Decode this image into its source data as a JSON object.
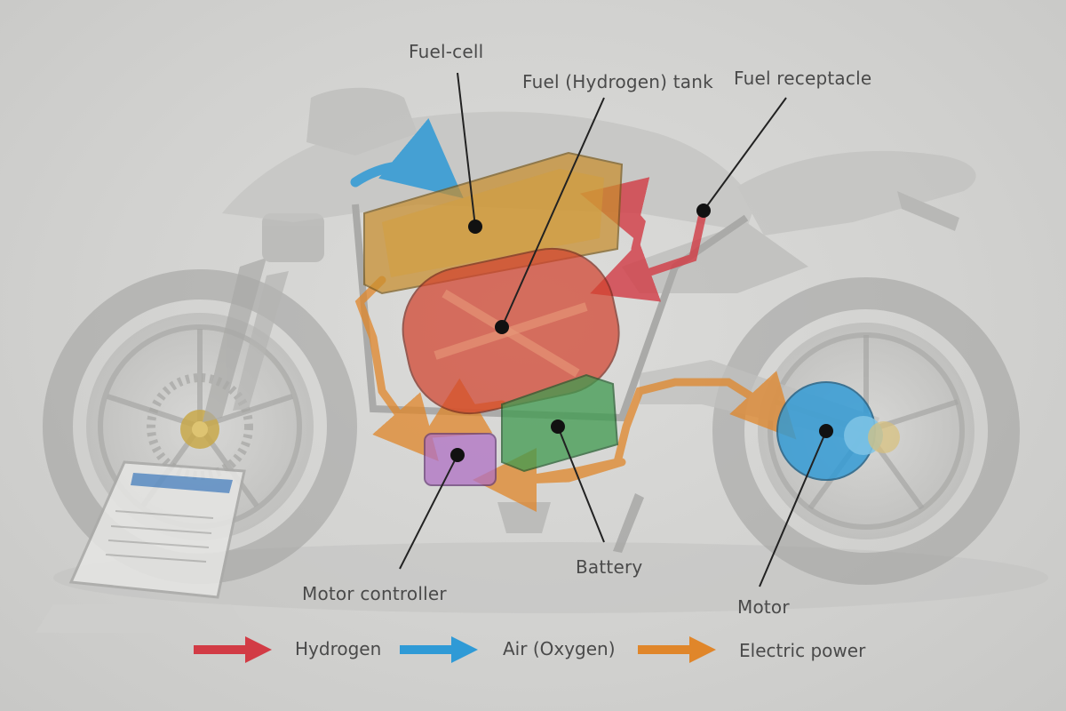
{
  "components": {
    "fuel_cell": "Fuel-cell",
    "hydrogen_tank": "Fuel (Hydrogen) tank",
    "fuel_receptacle": "Fuel receptacle",
    "motor_controller": "Motor controller",
    "battery": "Battery",
    "motor": "Motor"
  },
  "legend": {
    "hydrogen": "Hydrogen",
    "air": "Air (Oxygen)",
    "electric": "Electric power"
  },
  "colors": {
    "hydrogen": "#d23b45",
    "air": "#2f9ad6",
    "electric": "#e0862a",
    "fuel_cell": "#c88e2e",
    "hydrogen_tank": "#d2432e",
    "battery": "#3f9a4f",
    "motor_controller": "#b071c4",
    "motor": "#2f9ad6"
  }
}
